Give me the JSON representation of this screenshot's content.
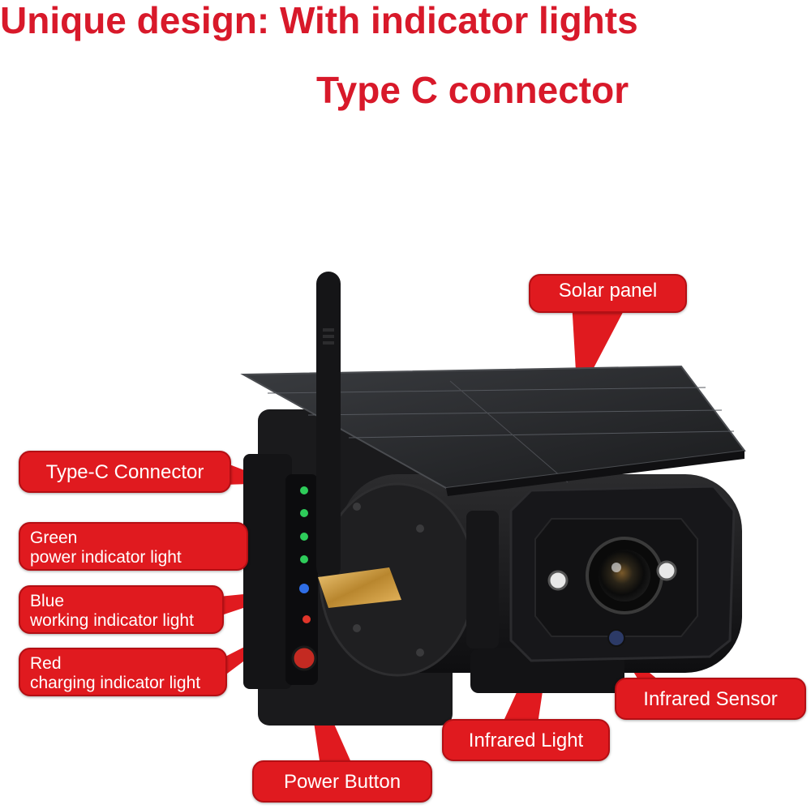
{
  "headline": {
    "line1": "Unique design: With indicator lights",
    "line2": "Type C connector"
  },
  "callouts": {
    "solar_panel": "Solar panel",
    "type_c_connector": "Type-C Connector",
    "green_light": {
      "line1": "Green",
      "line2": "power indicator light"
    },
    "blue_light": {
      "line1": "Blue",
      "line2": "working indicator light"
    },
    "red_light": {
      "line1": "Red",
      "line2": "charging indicator light"
    },
    "power_button": "Power Button",
    "infrared_light": "Infrared Light",
    "infrared_sensor": "Infrared Sensor"
  },
  "colors": {
    "headline": "#d8192a",
    "callout_fill": "#e01a1f",
    "green_led": "#2ecc5a",
    "blue_led": "#2f6ee6",
    "red_led": "#e0352a"
  }
}
